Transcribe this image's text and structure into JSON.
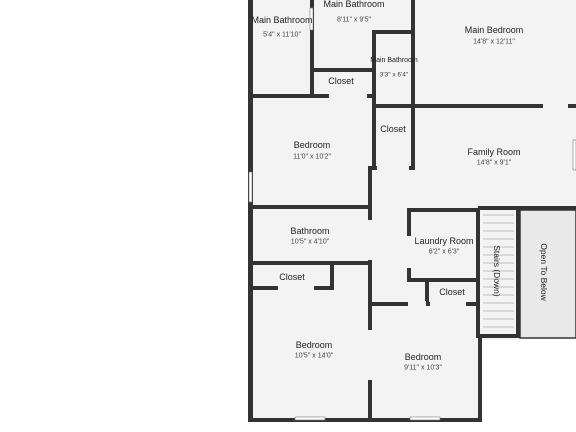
{
  "rooms": {
    "main_bathroom_left": {
      "name": "Main Bathroom",
      "dims": "5'4\" x 11'10\""
    },
    "main_bathroom_top": {
      "name": "Main Bathroom",
      "dims": "8'11\" x 9'5\""
    },
    "main_bathroom_small": {
      "name": "Main Bathroom",
      "dims": "3'3\" x 6'4\""
    },
    "closet_top": {
      "name": "Closet"
    },
    "main_bedroom": {
      "name": "Main Bedroom",
      "dims": "14'8\" x 12'11\""
    },
    "bedroom_upper": {
      "name": "Bedroom",
      "dims": "11'0\" x 10'2\""
    },
    "closet_middle": {
      "name": "Closet"
    },
    "family_room": {
      "name": "Family Room",
      "dims": "14'8\" x 9'1\""
    },
    "bathroom": {
      "name": "Bathroom",
      "dims": "10'5\" x 4'10\""
    },
    "laundry_room": {
      "name": "Laundry Room",
      "dims": "6'2\" x 6'3\""
    },
    "stairs": {
      "name": "Stairs (Down)"
    },
    "open_to_below": {
      "name": "Open To Below"
    },
    "closet_left": {
      "name": "Closet"
    },
    "closet_right": {
      "name": "Closet"
    },
    "bedroom_lower_left": {
      "name": "Bedroom",
      "dims": "10'5\" x 14'0\""
    },
    "bedroom_lower_right": {
      "name": "Bedroom",
      "dims": "9'11\" x 10'3\""
    }
  },
  "colors": {
    "wall": "#333333",
    "floor": "#f3f3f3",
    "background": "#ffffff"
  }
}
